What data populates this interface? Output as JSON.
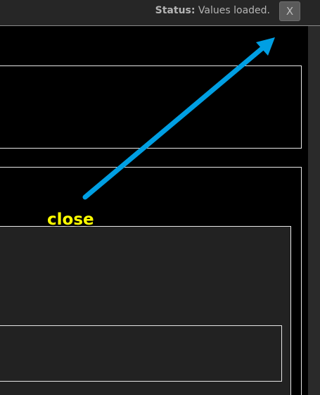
{
  "status": {
    "label": "Status:",
    "text": " Values loaded."
  },
  "close_button": {
    "label": "X"
  },
  "annotation": {
    "label": "close",
    "arrow_color": "#009fe3",
    "label_color": "#ffff00"
  },
  "colors": {
    "background": "#000000",
    "topbar": "#262626",
    "panel_fill": "#222222",
    "border": "#e6e6e6"
  }
}
